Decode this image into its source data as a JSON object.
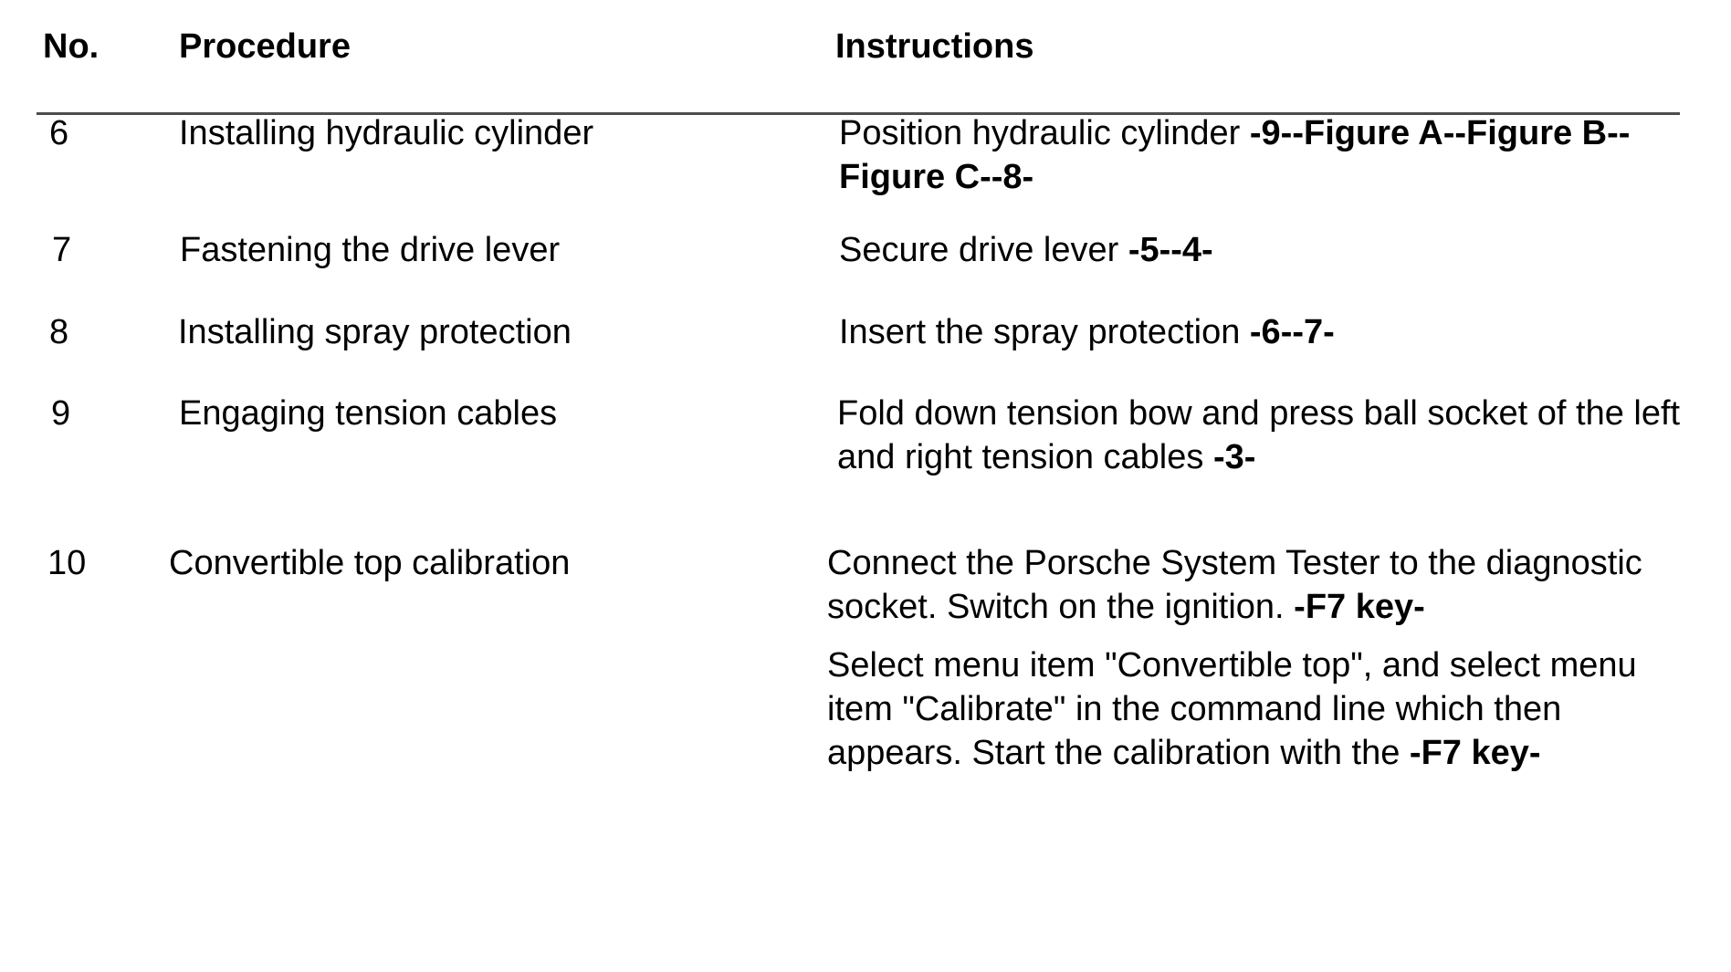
{
  "table": {
    "headers": {
      "no": "No.",
      "procedure": "Procedure",
      "instructions": "Instructions"
    },
    "rule_color": "#4c4c4c",
    "text_color": "#000000",
    "background": "#ffffff",
    "rows": [
      {
        "no": "6",
        "procedure": "Installing hydraulic cylinder",
        "instructions": [
          {
            "segments": [
              {
                "text": "Position hydraulic cylinder ",
                "bold": false
              },
              {
                "text": "-9--Figure A--Figure B--Figure C--8-",
                "bold": true
              }
            ]
          }
        ]
      },
      {
        "no": "7",
        "procedure": "Fastening the drive lever",
        "instructions": [
          {
            "segments": [
              {
                "text": "Secure drive lever ",
                "bold": false
              },
              {
                "text": "-5--4-",
                "bold": true
              }
            ]
          }
        ]
      },
      {
        "no": "8",
        "procedure": "Installing spray protection",
        "instructions": [
          {
            "segments": [
              {
                "text": "Insert the spray protection ",
                "bold": false
              },
              {
                "text": "-6--7-",
                "bold": true
              }
            ]
          }
        ]
      },
      {
        "no": "9",
        "procedure": "Engaging tension cables",
        "instructions": [
          {
            "segments": [
              {
                "text": "Fold down tension bow and press ball socket of the left and right tension cables ",
                "bold": false
              },
              {
                "text": "-3-",
                "bold": true
              }
            ]
          }
        ]
      },
      {
        "no": "10",
        "procedure": "Convertible top calibration",
        "instructions": [
          {
            "segments": [
              {
                "text": "Connect the Porsche System Tester to the diagnostic socket. Switch on the ignition. ",
                "bold": false
              },
              {
                "text": "-F7 key-",
                "bold": true
              }
            ]
          },
          {
            "segments": [
              {
                "text": "Select menu item \"Convertible top\", and select menu item \"Calibrate\" in the command line which then appears. Start the calibration with the ",
                "bold": false
              },
              {
                "text": "-F7 key-",
                "bold": true
              }
            ]
          }
        ]
      }
    ]
  }
}
